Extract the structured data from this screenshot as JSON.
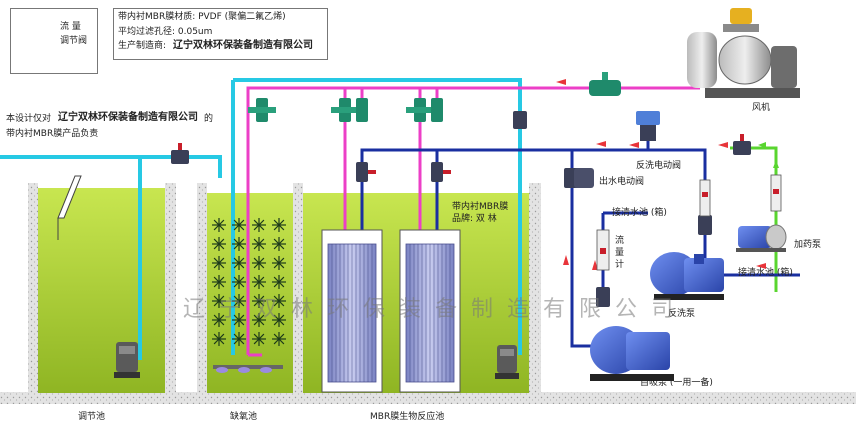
{
  "legend": {
    "valve_label_line1": "流 量",
    "valve_label_line2": "调节阀"
  },
  "info": {
    "line1": "带内衬MBR膜材质: PVDF (聚偏二氟乙烯)",
    "line2": "平均过滤孔径: 0.05um",
    "line3_label": "生产制造商:",
    "line3_value": "辽宁双林环保装备制造有限公司"
  },
  "note": {
    "prefix": "本设计仅对",
    "company": "辽宁双林环保装备制造有限公司",
    "suffix": "的",
    "line2": "带内衬MBR膜产品负责"
  },
  "labels": {
    "blower": "风机",
    "backwash_valve": "反洗电动阀",
    "outlet_valve": "出水电动阀",
    "clear_pool_1": "接清水池 (箱)",
    "clear_pool_2": "接清水池 (箱)",
    "flowmeter_line1": "流",
    "flowmeter_line2": "量",
    "flowmeter_line3": "计",
    "dosing_pump": "加药泵",
    "backwash_pump": "反洗泵",
    "self_priming_pump": "自吸泵 (一用一备)",
    "membrane_line1": "带内衬MBR膜",
    "membrane_line2": "品牌: 双 林",
    "tank_regulating": "调节池",
    "tank_anoxic": "缺氧池",
    "tank_mbr": "MBR膜生物反应池"
  },
  "watermark": "辽宁双林环保装备制造有限公司",
  "colors": {
    "tank_water": "#b6d63a",
    "tank_water_dark": "#9fc22b",
    "air_pipe": "#ec3fc7",
    "water_pipe": "#26c9e4",
    "outlet_pipe": "#1a2fa0",
    "dosing_pipe": "#59d52f",
    "arrow": "#e8343a",
    "concrete": "#d9d9d9",
    "valve_green": "#1f8a6b",
    "pump_blue": "#3a5fd0",
    "membrane": "#8a91c9"
  },
  "icons": [
    "ball-valve-icon",
    "butterfly-valve-icon",
    "blower-icon",
    "pump-icon",
    "flowmeter-icon",
    "electric-valve-icon",
    "submersible-pump-icon",
    "aerator-icon"
  ]
}
